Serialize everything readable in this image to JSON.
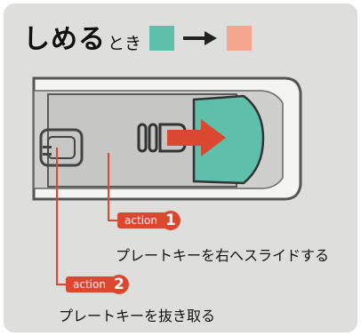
{
  "title": {
    "main": "しめる",
    "sub": "とき"
  },
  "colors": {
    "from_swatch": "#5ebfaa",
    "to_swatch": "#f5a68e",
    "accent": "#d9482f",
    "background": "#dededc"
  },
  "icons": {
    "transition": "right-arrow-icon",
    "slide_direction": "red-right-arrow-icon"
  },
  "actions": [
    {
      "tag": "action",
      "number": "1",
      "text": "プレートキーを右へスライドする"
    },
    {
      "tag": "action",
      "number": "2",
      "text": "プレートキーを抜き取る"
    }
  ]
}
